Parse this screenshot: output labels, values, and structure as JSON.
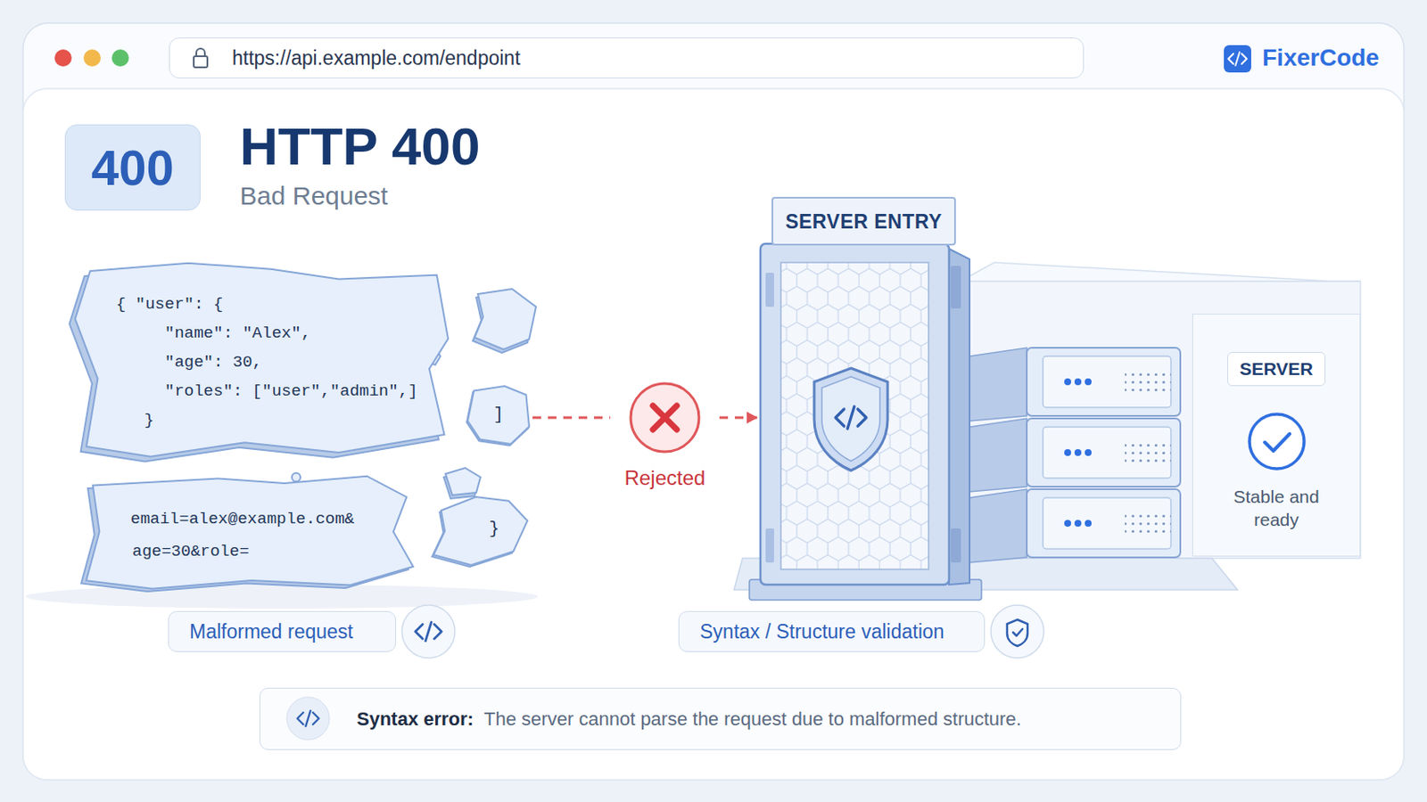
{
  "diagram": {
    "title": "HTTP 400",
    "nodes": [
      {
        "text": [
          "https://api.example.com/endpoint"
        ]
      },
      {
        "text": [
          "400"
        ]
      },
      {
        "text": [
          "{ \"user\": {",
          "\"name\": \"Alex\",",
          "\"age\": 30,",
          "\"roles\": [\"user\",\"admin\",]",
          "}"
        ]
      },
      {
        "text": [
          "email=alex@example.com&",
          "age=30&role="
        ]
      },
      {
        "text": [
          "]"
        ]
      },
      {
        "text": [
          "}"
        ]
      },
      {
        "text": [
          "Rejected"
        ]
      },
      {
        "text": [
          "SERVER ENTRY"
        ]
      },
      {
        "text": [
          "SERVER",
          "Stable and ready"
        ]
      },
      {
        "text": [
          "Malformed request"
        ]
      },
      {
        "text": [
          "Syntax / Structure validation"
        ]
      },
      {
        "text": [
          "Syntax error:",
          "The server cannot parse the request due to malformed structure."
        ]
      }
    ],
    "edges": [
      {
        "from": 4,
        "to": 6,
        "arrow": "none"
      },
      {
        "from": 6,
        "to": 7,
        "arrow": "to"
      }
    ],
    "labels": [
      "Bad Request",
      "FixerCode"
    ]
  }
}
